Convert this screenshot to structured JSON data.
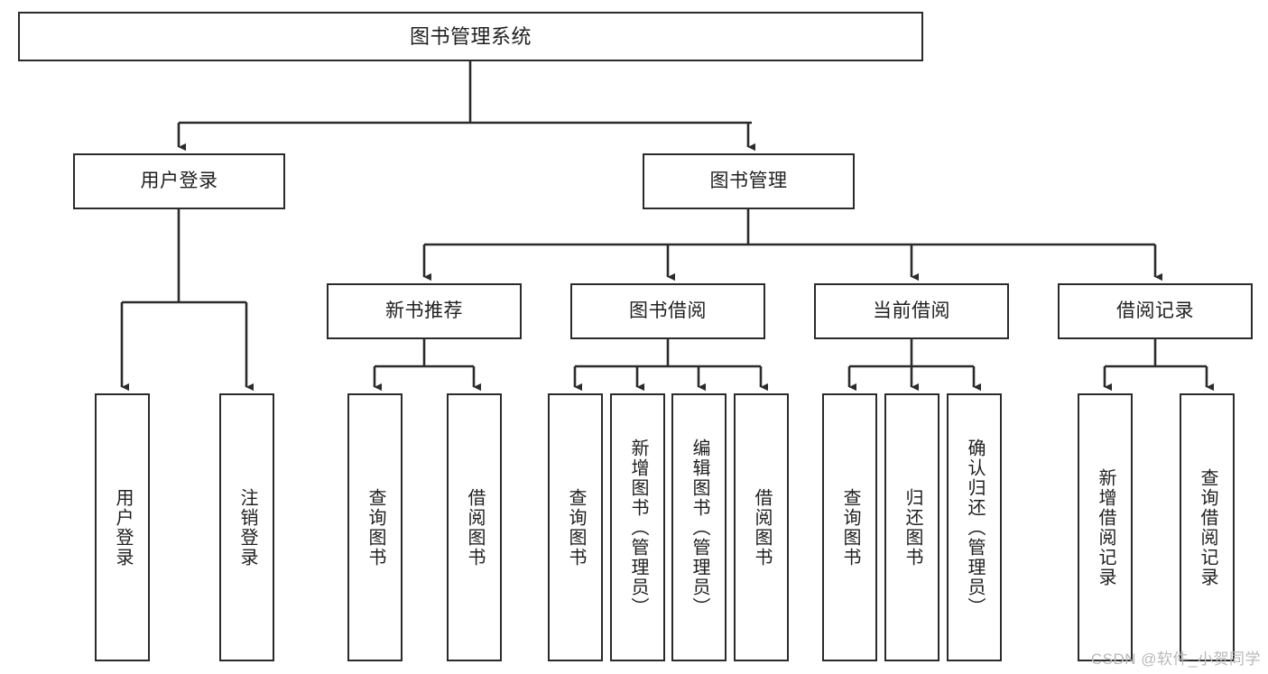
{
  "diagram": {
    "type": "tree",
    "title": "图书管理系统",
    "watermark": "CSDN @软件_小贺同学",
    "colors": {
      "box_border": "#2b2b2b",
      "box_fill": "#ffffff",
      "edge": "#2b2b2b",
      "text": "#1f1f1f",
      "watermark": "#b9b9b9"
    },
    "levels": {
      "root": {
        "label": "图书管理系统"
      },
      "level2": [
        {
          "id": "user-login",
          "label": "用户登录"
        },
        {
          "id": "book-management",
          "label": "图书管理"
        }
      ],
      "level3": [
        {
          "id": "new-book-recommend",
          "label": "新书推荐",
          "parent": "book-management"
        },
        {
          "id": "book-borrow",
          "label": "图书借阅",
          "parent": "book-management"
        },
        {
          "id": "current-borrow",
          "label": "当前借阅",
          "parent": "book-management"
        },
        {
          "id": "borrow-record",
          "label": "借阅记录",
          "parent": "book-management"
        }
      ],
      "leaves": [
        {
          "id": "leaf-user-login",
          "label": "用户登录",
          "parent": "user-login"
        },
        {
          "id": "leaf-logout",
          "label": "注销登录",
          "parent": "user-login"
        },
        {
          "id": "leaf-query-book-1",
          "label": "查询图书",
          "parent": "new-book-recommend"
        },
        {
          "id": "leaf-borrow-book-1",
          "label": "借阅图书",
          "parent": "new-book-recommend"
        },
        {
          "id": "leaf-query-book-2",
          "label": "查询图书",
          "parent": "book-borrow"
        },
        {
          "id": "leaf-add-book",
          "label": "新增图书（管理员）",
          "parent": "book-borrow"
        },
        {
          "id": "leaf-edit-book",
          "label": "编辑图书（管理员）",
          "parent": "book-borrow"
        },
        {
          "id": "leaf-borrow-book-2",
          "label": "借阅图书",
          "parent": "book-borrow"
        },
        {
          "id": "leaf-query-book-3",
          "label": "查询图书",
          "parent": "current-borrow"
        },
        {
          "id": "leaf-return-book",
          "label": "归还图书",
          "parent": "current-borrow"
        },
        {
          "id": "leaf-confirm-return",
          "label": "确认归还（管理员）",
          "parent": "current-borrow"
        },
        {
          "id": "leaf-add-record",
          "label": "新增借阅记录",
          "parent": "borrow-record"
        },
        {
          "id": "leaf-query-record",
          "label": "查询借阅记录",
          "parent": "borrow-record"
        }
      ]
    }
  }
}
